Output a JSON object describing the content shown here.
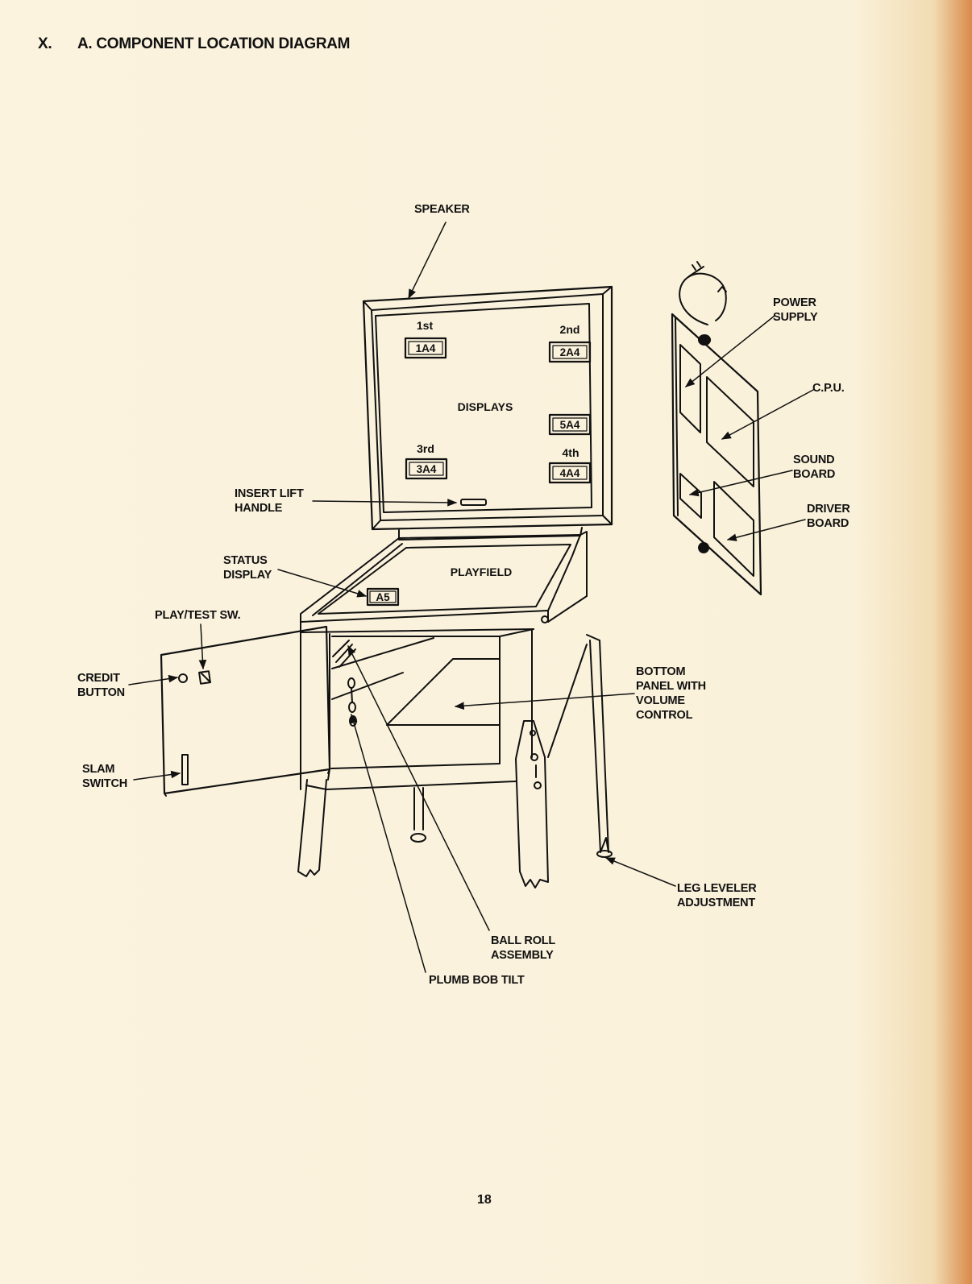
{
  "header": {
    "section_number": "X.",
    "title": "A. COMPONENT LOCATION DIAGRAM"
  },
  "labels": {
    "speaker": "SPEAKER",
    "power_supply": [
      "POWER",
      "SUPPLY"
    ],
    "cpu": "C.P.U.",
    "sound_board": [
      "SOUND",
      "BOARD"
    ],
    "driver_board": [
      "DRIVER",
      "BOARD"
    ],
    "insert_lift_handle": [
      "INSERT LIFT",
      "HANDLE"
    ],
    "status_display": [
      "STATUS",
      "DISPLAY"
    ],
    "playfield": "PLAYFIELD",
    "play_test_sw": "PLAY/TEST SW.",
    "credit_button": [
      "CREDIT",
      "BUTTON"
    ],
    "bottom_panel": [
      "BOTTOM",
      "PANEL WITH",
      "VOLUME",
      "CONTROL"
    ],
    "slam_switch": [
      "SLAM",
      "SWITCH"
    ],
    "leg_leveler": [
      "LEG LEVELER",
      "ADJUSTMENT"
    ],
    "ball_roll": [
      "BALL ROLL",
      "ASSEMBLY"
    ],
    "plumb_bob": "PLUMB BOB TILT",
    "displays": "DISPLAYS"
  },
  "displays": {
    "d1": {
      "position": "1st",
      "code": "1A4"
    },
    "d2": {
      "position": "2nd",
      "code": "2A4"
    },
    "d3": {
      "position": "3rd",
      "code": "3A4"
    },
    "d4": {
      "position": "4th",
      "code": "4A4"
    },
    "d5": {
      "code": "5A4"
    },
    "status": {
      "code": "A5"
    }
  },
  "page_number": "18",
  "colors": {
    "paper": "#fbf2dc",
    "ink": "#111111",
    "edge_tint": "#d98a4a"
  }
}
